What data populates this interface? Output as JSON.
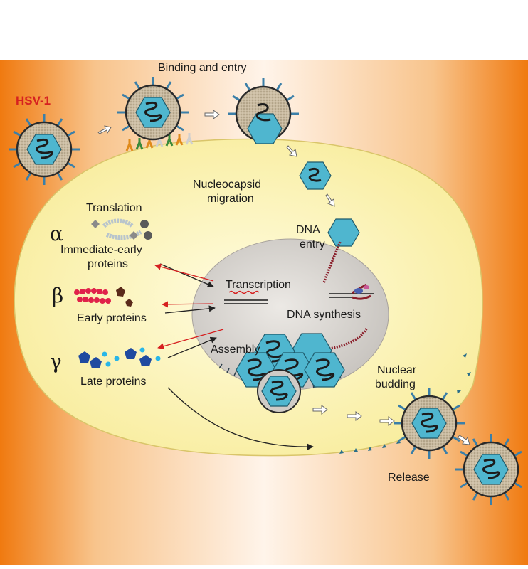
{
  "virus_label": "HSV-1",
  "stages": {
    "binding": "Binding and entry",
    "migration_line1": "Nucleocapsid",
    "migration_line2": "migration",
    "dna_entry_line1": "DNA",
    "dna_entry_line2": "entry",
    "transcription": "Transcription",
    "dna_synthesis": "DNA synthesis",
    "assembly": "Assembly",
    "nuclear_budding_line1": "Nuclear",
    "nuclear_budding_line2": "budding",
    "release": "Release"
  },
  "translation": "Translation",
  "gene_classes": [
    {
      "symbol": "α",
      "label_line1": "Immediate-early",
      "label_line2": "proteins"
    },
    {
      "symbol": "β",
      "label_line1": "Early proteins",
      "label_line2": ""
    },
    {
      "symbol": "γ",
      "label_line1": "Late proteins",
      "label_line2": ""
    }
  ],
  "colors": {
    "background_edge": "#f07a10",
    "cell": "#fbf3b0",
    "nucleus": "#cfcbc6",
    "capsid": "#4fb6cf",
    "dna": "#8a1e2a",
    "arrow_red": "#d62020",
    "label_red": "#d62020"
  }
}
